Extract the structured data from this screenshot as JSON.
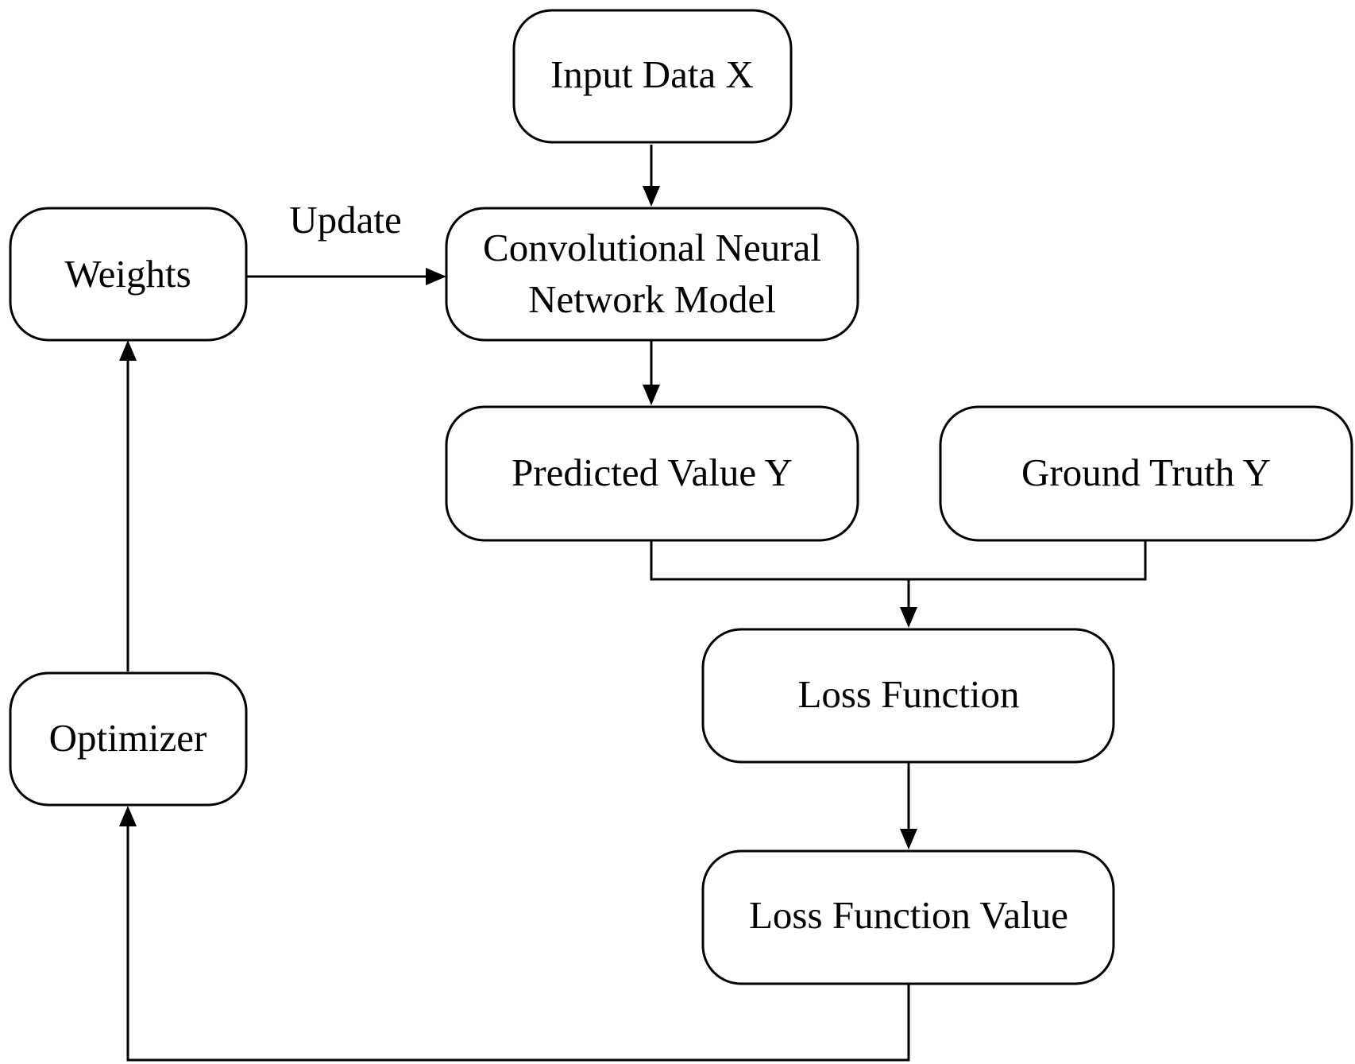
{
  "nodes": {
    "input": {
      "lines": [
        "Input Data X"
      ]
    },
    "cnn": {
      "lines": [
        "Convolutional Neural",
        "Network Model"
      ]
    },
    "weights": {
      "lines": [
        "Weights"
      ]
    },
    "predicted": {
      "lines": [
        "Predicted Value Y"
      ]
    },
    "ground_truth": {
      "lines": [
        "Ground Truth Y"
      ]
    },
    "loss_function": {
      "lines": [
        "Loss Function"
      ]
    },
    "loss_value": {
      "lines": [
        "Loss Function Value"
      ]
    },
    "optimizer": {
      "lines": [
        "Optimizer"
      ]
    }
  },
  "edges": {
    "weights_to_cnn_label": "Update"
  }
}
